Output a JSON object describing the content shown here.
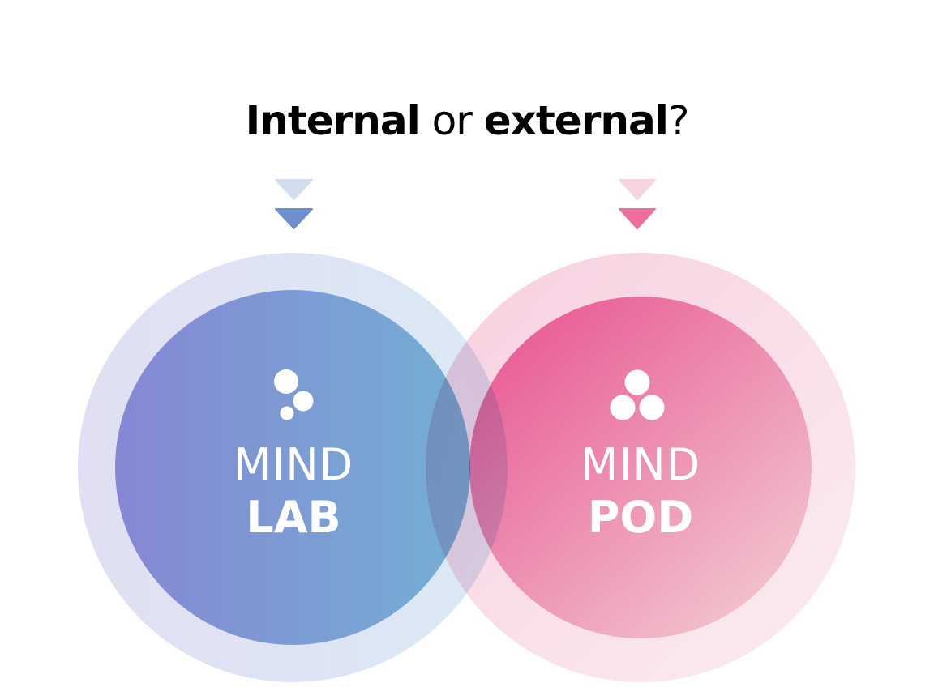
{
  "title": {
    "part1": "Internal",
    "part2": " or ",
    "part3": "external",
    "part4": "?"
  },
  "left": {
    "line1": "MIND",
    "line2": "LAB",
    "icon": "three-bubbles-scattered-icon",
    "color": "#7b8fd2"
  },
  "right": {
    "line1": "MIND",
    "line2": "POD",
    "icon": "three-bubbles-cluster-icon",
    "color": "#e8609a"
  }
}
